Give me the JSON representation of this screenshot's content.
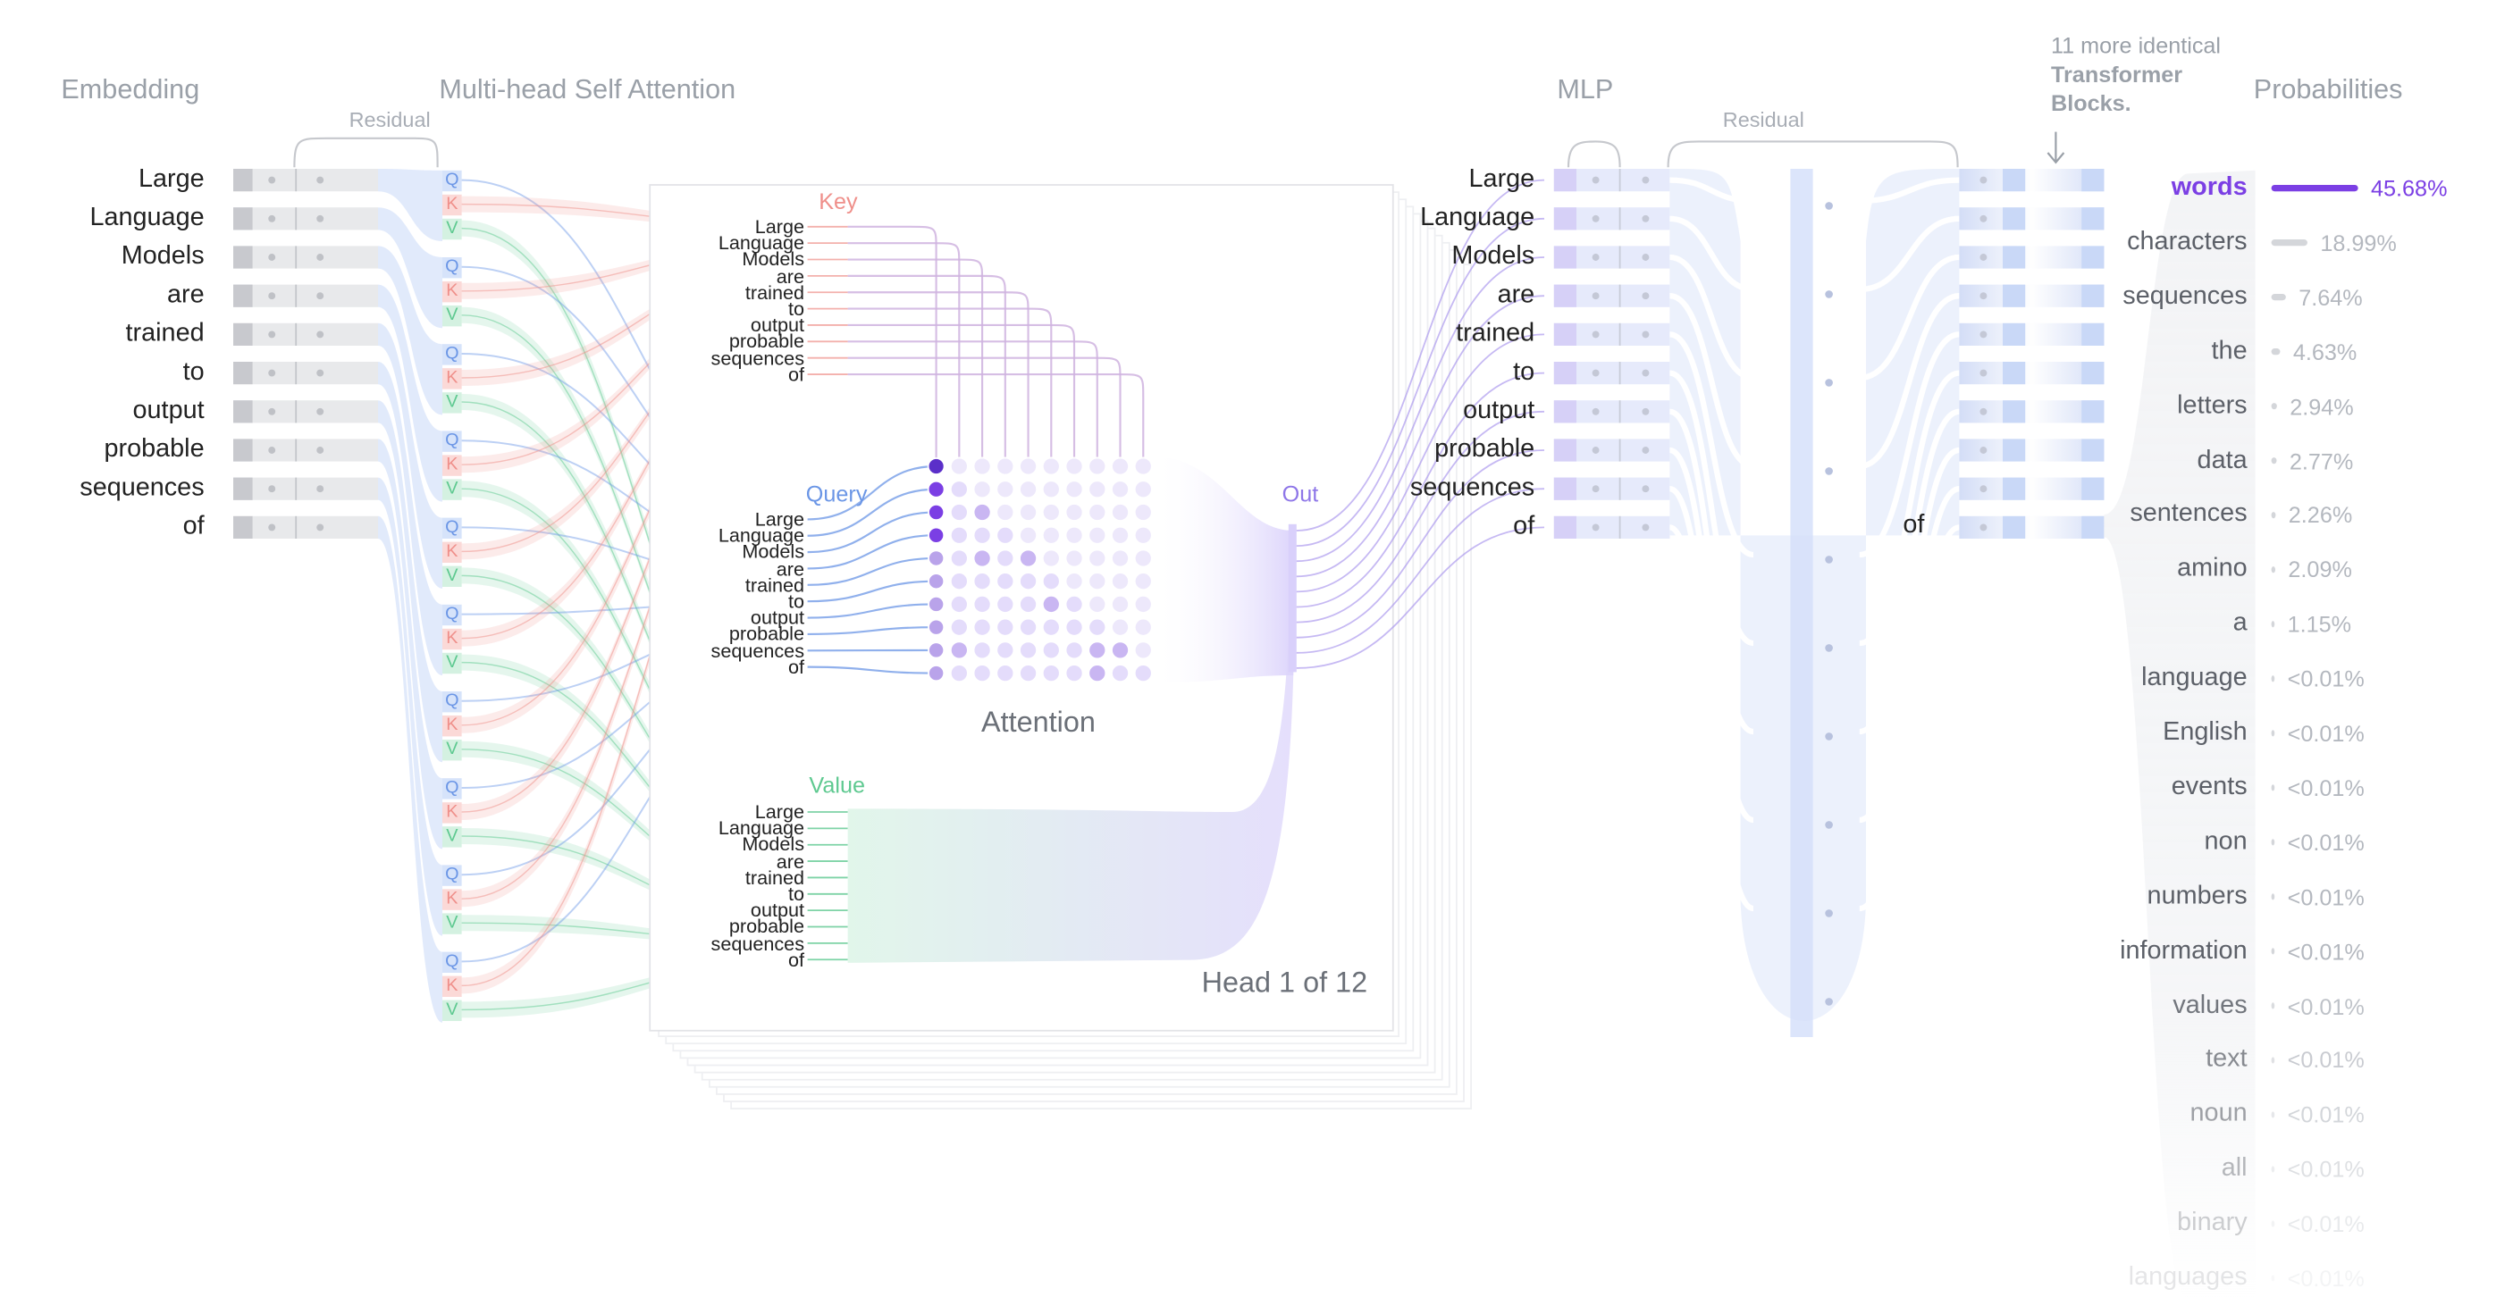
{
  "sections": {
    "embedding": "Embedding",
    "attention": "Multi-head Self Attention",
    "mlp": "MLP",
    "probabilities": "Probabilities",
    "residual_left": "Residual",
    "residual_right": "Residual"
  },
  "tokens": [
    "Large",
    "Language",
    "Models",
    "are",
    "trained",
    "to",
    "output",
    "probable",
    "sequences",
    "of"
  ],
  "qkv_letters": [
    "Q",
    "K",
    "V"
  ],
  "head": {
    "key_label": "Key",
    "query_label": "Query",
    "value_label": "Value",
    "out_label": "Out",
    "attention_label": "Attention",
    "head_label": "Head 1 of 12"
  },
  "last_token": "of",
  "blocks_note": {
    "line1": "11 more identical",
    "line2": "Transformer",
    "line3": "Blocks."
  },
  "probabilities": [
    {
      "word": "words",
      "value": "45.68%",
      "fraction": 0.4568
    },
    {
      "word": "characters",
      "value": "18.99%",
      "fraction": 0.1899
    },
    {
      "word": "sequences",
      "value": "7.64%",
      "fraction": 0.0764
    },
    {
      "word": "the",
      "value": "4.63%",
      "fraction": 0.0463
    },
    {
      "word": "letters",
      "value": "2.94%",
      "fraction": 0.0294
    },
    {
      "word": "data",
      "value": "2.77%",
      "fraction": 0.0277
    },
    {
      "word": "sentences",
      "value": "2.26%",
      "fraction": 0.0226
    },
    {
      "word": "amino",
      "value": "2.09%",
      "fraction": 0.0209
    },
    {
      "word": "a",
      "value": "1.15%",
      "fraction": 0.0115
    },
    {
      "word": "language",
      "value": "<0.01%",
      "fraction": 0.0001
    },
    {
      "word": "English",
      "value": "<0.01%",
      "fraction": 0.0001
    },
    {
      "word": "events",
      "value": "<0.01%",
      "fraction": 0.0001
    },
    {
      "word": "non",
      "value": "<0.01%",
      "fraction": 0.0001
    },
    {
      "word": "numbers",
      "value": "<0.01%",
      "fraction": 0.0001
    },
    {
      "word": "information",
      "value": "<0.01%",
      "fraction": 0.0001
    },
    {
      "word": "values",
      "value": "<0.01%",
      "fraction": 0.0001
    },
    {
      "word": "text",
      "value": "<0.01%",
      "fraction": 0.0001
    },
    {
      "word": "noun",
      "value": "<0.01%",
      "fraction": 0.0001
    },
    {
      "word": "all",
      "value": "<0.01%",
      "fraction": 0.0001
    },
    {
      "word": "binary",
      "value": "<0.01%",
      "fraction": 0.0001
    },
    {
      "word": "languages",
      "value": "<0.01%",
      "fraction": 0.0001
    }
  ],
  "colors": {
    "embedding_bar": "#dcdde1",
    "attention_blue": "#c9d9f7",
    "query": "#6b96e6",
    "key": "#ef8f8a",
    "value": "#5ec990",
    "mlp_band": "#e7edfb",
    "accent_purple": "#7b3fe4",
    "attention_dot": "#b9a3ea",
    "text_dark": "#222222",
    "text_muted": "#9aa0a8"
  }
}
